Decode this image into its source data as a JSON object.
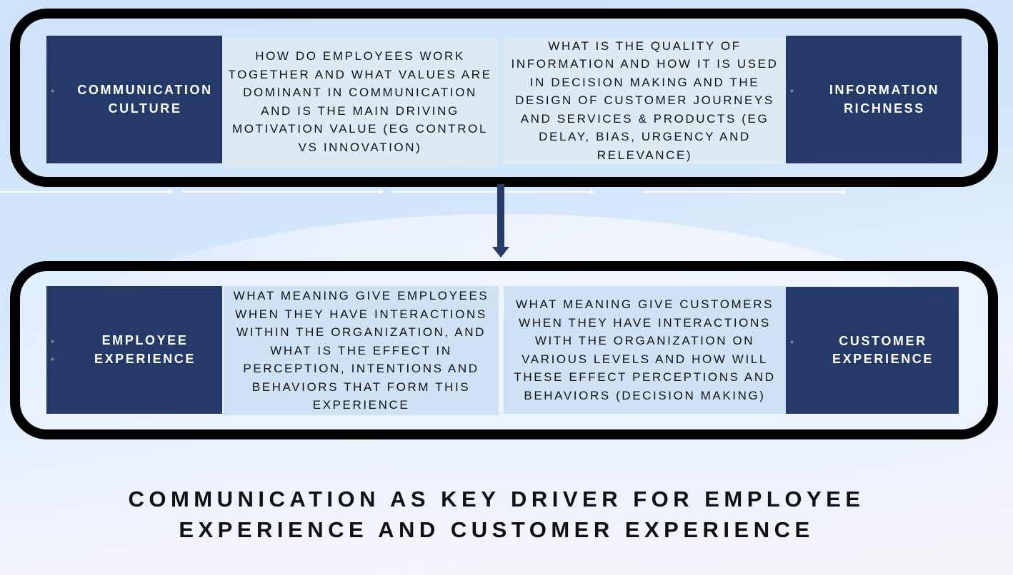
{
  "top_row": {
    "left_label": "COMMUNICATION CULTURE",
    "left_question": "HOW DO EMPLOYEES WORK TOGETHER AND WHAT VALUES ARE DOMINANT IN COMMUNICATION AND IS THE MAIN DRIVING MOTIVATION VALUE (EG CONTROL VS INNOVATION)",
    "right_question": "WHAT IS THE QUALITY OF INFORMATION AND HOW IT IS USED IN DECISION MAKING AND THE DESIGN OF CUSTOMER JOURNEYS AND SERVICES & PRODUCTS (EG DELAY, BIAS, URGENCY AND RELEVANCE)",
    "right_label": "INFORMATION RICHNESS"
  },
  "bottom_row": {
    "left_label": "EMPLOYEE EXPERIENCE",
    "left_question": "WHAT MEANING GIVE EMPLOYEES WHEN THEY HAVE INTERACTIONS WITHIN THE ORGANIZATION, AND WHAT IS THE EFFECT IN PERCEPTION, INTENTIONS AND BEHAVIORS THAT FORM THIS EXPERIENCE",
    "right_question": "WHAT MEANING GIVE CUSTOMERS WHEN THEY HAVE INTERACTIONS WITH THE ORGANIZATION ON VARIOUS LEVELS AND HOW WILL THESE EFFECT PERCEPTIONS AND BEHAVIORS (DECISION MAKING)",
    "right_label": "CUSTOMER EXPERIENCE"
  },
  "title": {
    "line1": "COMMUNICATION AS KEY DRIVER FOR EMPLOYEE",
    "line2": "EXPERIENCE AND CUSTOMER EXPERIENCE"
  },
  "colors": {
    "dark_box": "#253a69",
    "frame": "#000000",
    "arrow": "#253a69"
  }
}
